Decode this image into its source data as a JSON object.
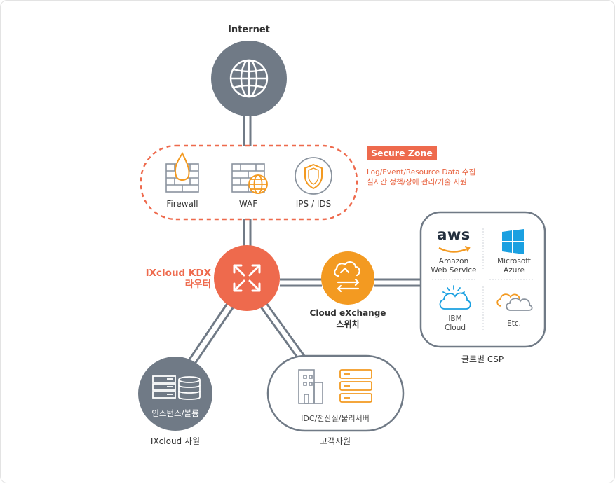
{
  "internet": {
    "label": "Internet"
  },
  "secure_zone": {
    "badge": "Secure Zone",
    "note_line1": "Log/Event/Resource Data 수집",
    "note_line2": "실시간 정책/장애 관리/기술 지원",
    "items": [
      {
        "label": "Firewall"
      },
      {
        "label": "WAF"
      },
      {
        "label": "IPS / IDS"
      }
    ]
  },
  "router": {
    "line1": "IXcloud KDX",
    "line2": "라우터"
  },
  "exchange": {
    "line1": "Cloud eXchange",
    "line2": "스위치"
  },
  "csp": {
    "caption": "글로벌 CSP",
    "aws_logo": "aws",
    "aws_line1": "Amazon",
    "aws_line2": "Web Service",
    "ms_line1": "Microsoft",
    "ms_line2": "Azure",
    "ibm_line1": "IBM",
    "ibm_line2": "Cloud",
    "etc": "Etc."
  },
  "ixcloud": {
    "inner": "인스턴스/볼륨",
    "caption": "IXcloud 자원"
  },
  "customer": {
    "inner": "IDC/전산실/물리서버",
    "caption": "고객자원"
  },
  "colors": {
    "gray": "#707a86",
    "orange": "#ee6a4d",
    "amber": "#f39a21",
    "azure": "#1aa0e1"
  }
}
